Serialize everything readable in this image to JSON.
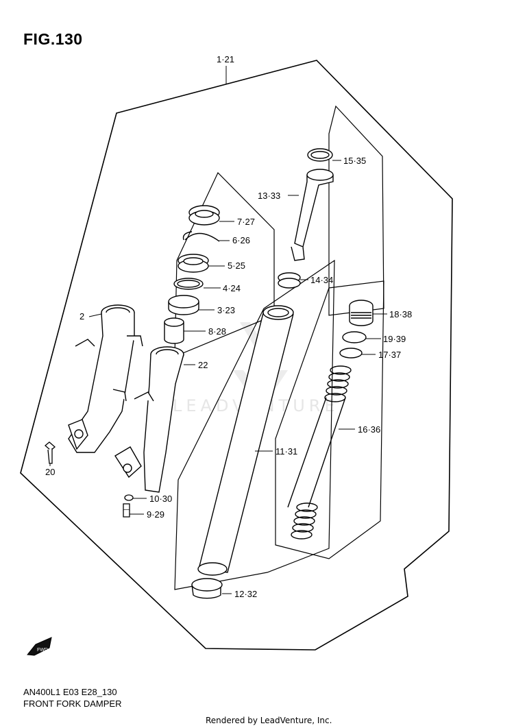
{
  "figure": {
    "title": "FIG.130",
    "code": "AN400L1 E03 E28_130",
    "description": "FRONT FORK DAMPER",
    "footer": "Rendered by LeadVenture, Inc.",
    "watermark": "LEADVENTURE",
    "fwd_icon_text": "FWD"
  },
  "callouts": [
    {
      "id": "c-1-21",
      "label": "1·21"
    },
    {
      "id": "c-2",
      "label": "2"
    },
    {
      "id": "c-3-23",
      "label": "3·23"
    },
    {
      "id": "c-4-24",
      "label": "4·24"
    },
    {
      "id": "c-5-25",
      "label": "5·25"
    },
    {
      "id": "c-6-26",
      "label": "6·26"
    },
    {
      "id": "c-7-27",
      "label": "7·27"
    },
    {
      "id": "c-8-28",
      "label": "8·28"
    },
    {
      "id": "c-9-29",
      "label": "9·29"
    },
    {
      "id": "c-10-30",
      "label": "10·30"
    },
    {
      "id": "c-11-31",
      "label": "11·31"
    },
    {
      "id": "c-12-32",
      "label": "12·32"
    },
    {
      "id": "c-13-33",
      "label": "13·33"
    },
    {
      "id": "c-14-34",
      "label": "14·34"
    },
    {
      "id": "c-15-35",
      "label": "15·35"
    },
    {
      "id": "c-16-36",
      "label": "16·36"
    },
    {
      "id": "c-17-37",
      "label": "17·37"
    },
    {
      "id": "c-18-38",
      "label": "18·38"
    },
    {
      "id": "c-19-39",
      "label": "19·39"
    },
    {
      "id": "c-20",
      "label": "20"
    },
    {
      "id": "c-22",
      "label": "22"
    }
  ]
}
